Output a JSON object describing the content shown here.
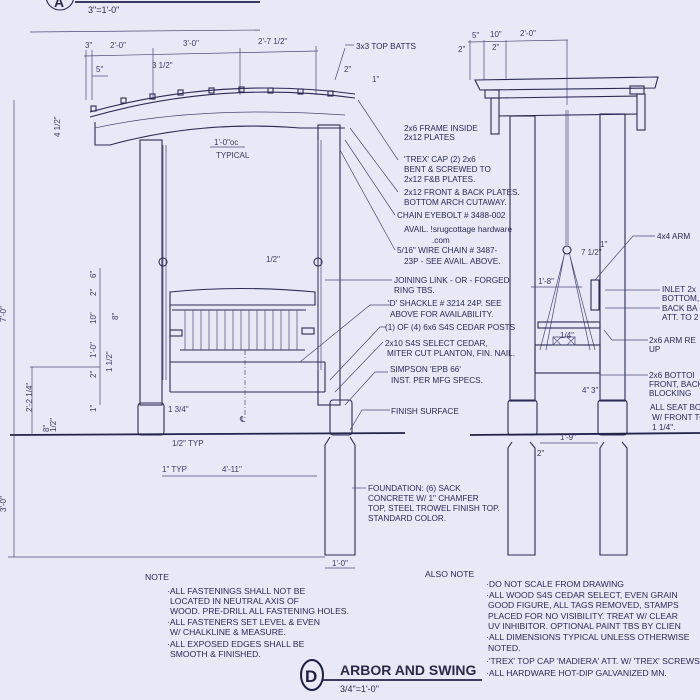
{
  "header": {
    "detail_letter": "A",
    "scale": "3\"=1'-0\""
  },
  "side_view": {
    "top_dims": [
      "3\"",
      "2'-0\"",
      "3'-0\"",
      "2'-7 1/2\""
    ],
    "sub_dims": [
      "5\"",
      "3 1/2\"",
      "2\"",
      "1\""
    ],
    "spacing": "1'-0\"oc",
    "spacing_note": "TYPICAL",
    "beam_dim": "4 1/2\"",
    "left_dims": {
      "total": "7'-0\"",
      "below_grade": "3'-0\"",
      "seat_height": "2'-2 1/4\"",
      "base": "8\"",
      "base2": "1/2\""
    },
    "swing_dims": [
      "6\"",
      "2\"",
      "10\"",
      "8\"",
      "1'-0\"",
      "2\"",
      "1 1/2\"",
      "1\"",
      "1/2\""
    ],
    "post_dim": "1 3/4\"",
    "typ_half": "1/2\" TYP",
    "typ_one": "1\" TYP",
    "seat_width": "4'-11\"",
    "footing": "1'-0\"",
    "centerline": "℄"
  },
  "callouts": [
    "3x3 TOP BATTS",
    "2x6 FRAME INSIDE",
    "2x12 PLATES",
    "'TREX' CAP (2) 2x6",
    "BENT & SCREWED TO",
    "2x12 F&B PLATES.",
    "2x12 FRONT & BACK PLATES.",
    "BOTTOM ARCH CUTAWAY.",
    "CHAIN EYEBOLT # 3488-002",
    "AVAIL. !srugcottage hardware",
    ".com",
    "5/16\" WIRE CHAIN # 3487-",
    "23P - SEE AVAIL. ABOVE.",
    "JOINING LINK - OR - FORGED",
    "RING TBS.",
    "'D' SHACKLE # 3214 24P. SEE",
    "ABOVE FOR AVAILABILITY.",
    "(1) OF (4) 6x6 S4S CEDAR POSTS",
    "2x10 S4S SELECT CEDAR,",
    "MITER CUT PLANTON, FIN. NAIL.",
    "SIMPSON 'EPB 66'",
    "INST. PER MFG SPECS.",
    "FINISH SURFACE",
    "FOUNDATION: (6) SACK",
    "CONCRETE W/ 1\" CHAMFER",
    "TOP, STEEL TROWEL FINISH TOP.",
    "STANDARD COLOR."
  ],
  "front_view": {
    "top_dims": [
      "5\"",
      "10\"",
      "2'-0\""
    ],
    "sub_dims": [
      "2\"",
      "2\""
    ],
    "swing_dims": [
      "7 1/2\"",
      "1\"",
      "1'-8\"",
      "1/4\"",
      "4\"",
      "3\"",
      "1'-9\"",
      "2\""
    ],
    "callouts": [
      "4x4 ARM",
      "INLET 2x",
      "BOTTOM,",
      "BACK BA",
      "ATT. TO 2",
      "2x6 ARM RE",
      "UP",
      "2x6 BOTTOI",
      "FRONT, BACK",
      "BLOCKING",
      "ALL SEAT BO",
      "W/ FRONT TO",
      "1 1/4\"."
    ]
  },
  "notes": {
    "title": "NOTE",
    "lines": [
      "·ALL FASTENINGS SHALL NOT BE",
      "LOCATED IN NEUTRAL AXIS OF",
      "WOOD. PRE-DRILL ALL FASTENING HOLES.",
      "·ALL FASTENERS SET LEVEL & EVEN",
      "W/ CHALKLINE & MEASURE.",
      "·ALL EXPOSED EDGES SHALL BE",
      "SMOOTH & FINISHED."
    ]
  },
  "also_notes": {
    "title": "ALSO NOTE",
    "lines": [
      "·DO NOT SCALE FROM DRAWING",
      "·ALL WOOD S4S CEDAR SELECT, EVEN GRAIN",
      "GOOD FIGURE, ALL TAGS REMOVED, STAMPS",
      "PLACED FOR NO VISIBILITY. TREAT W/ CLEAR",
      "UV INHIBITOR. OPTIONAL PAINT TBS BY CLIEN",
      "·ALL DIMENSIONS TYPICAL UNLESS OTHERWISE",
      "NOTED.",
      "·'TREX' TOP CAP 'MADIERA' ATT. W/ 'TREX' SCREWS.",
      "·ALL HARDWARE HOT-DIP GALVANIZED MN."
    ]
  },
  "title_block": {
    "letter": "D",
    "title": "ARBOR AND SWING",
    "scale": "3/4\"=1'-0\""
  }
}
